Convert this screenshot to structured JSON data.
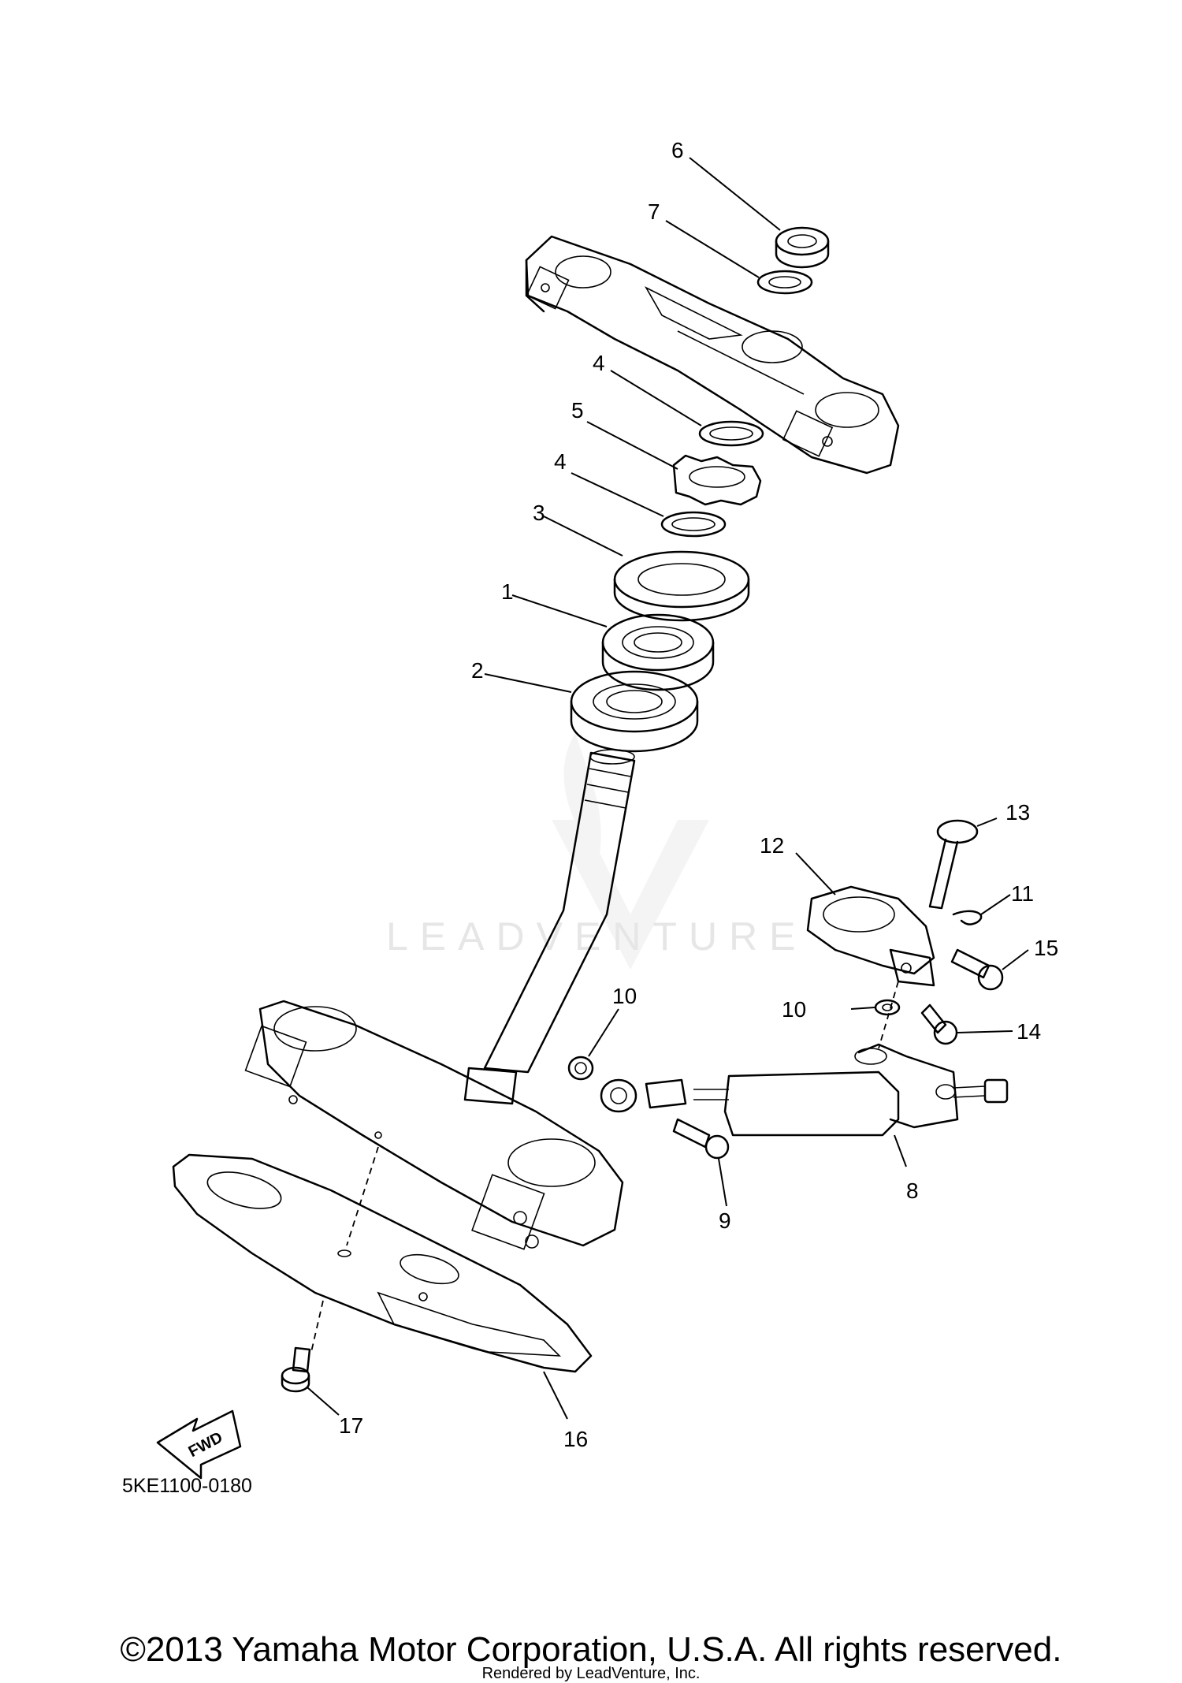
{
  "watermark": "LEADVENTURE",
  "fwd_label": "FWD",
  "drawing_code": "5KE1100-0180",
  "callouts": [
    "1",
    "2",
    "3",
    "4",
    "4",
    "5",
    "6",
    "7",
    "8",
    "9",
    "10",
    "10",
    "11",
    "12",
    "13",
    "14",
    "15",
    "16",
    "17"
  ],
  "footer": {
    "copyright": "©2013 Yamaha Motor Corporation, U.S.A. All rights reserved.",
    "rendered_by": "Rendered by LeadVenture, Inc."
  }
}
